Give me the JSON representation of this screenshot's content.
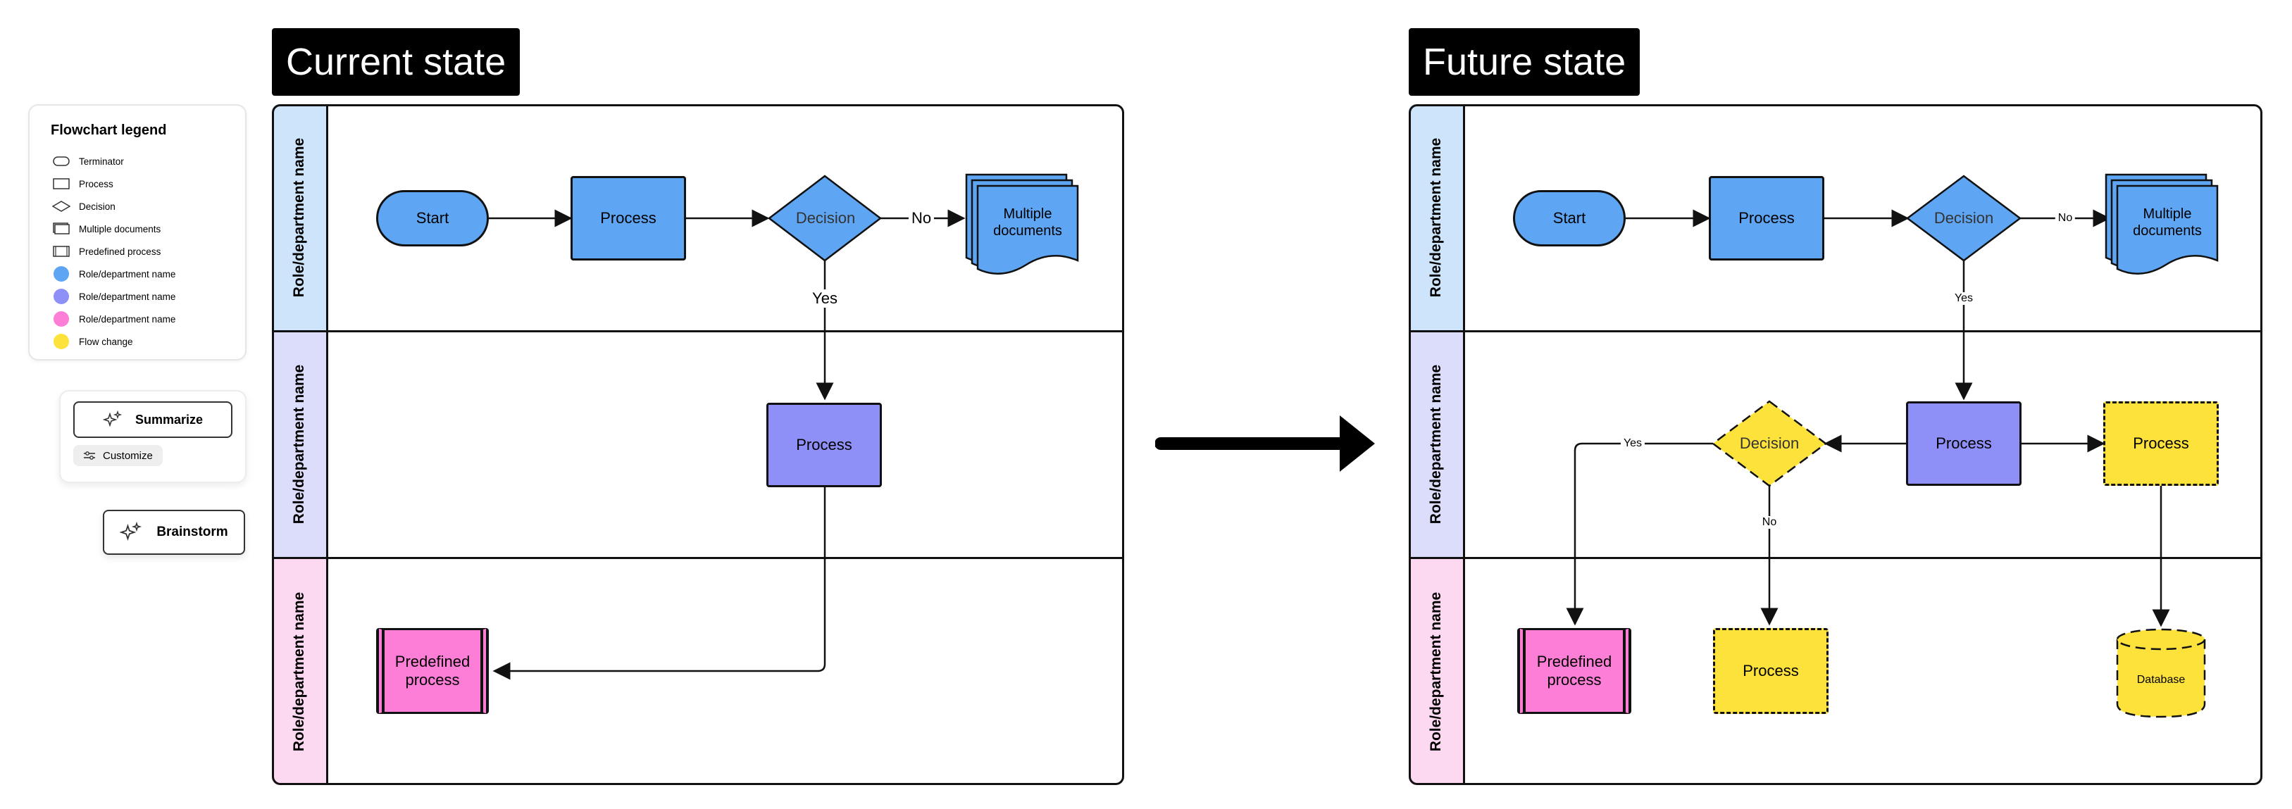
{
  "legend": {
    "title": "Flowchart legend",
    "items": [
      {
        "label": "Terminator",
        "symbol": "terminator"
      },
      {
        "label": "Process",
        "symbol": "process"
      },
      {
        "label": "Decision",
        "symbol": "decision"
      },
      {
        "label": "Multiple documents",
        "symbol": "multiple-documents"
      },
      {
        "label": "Predefined process",
        "symbol": "predefined-process"
      },
      {
        "label": "Role/department name",
        "color": "#5ea6f4"
      },
      {
        "label": "Role/department name",
        "color": "#8f90f7"
      },
      {
        "label": "Role/department name",
        "color": "#fd7ed7"
      },
      {
        "label": "Flow change",
        "color": "#fde23c"
      }
    ]
  },
  "ai_actions": {
    "summarize_label": "Summarize",
    "customize_label": "Customize",
    "brainstorm_label": "Brainstorm"
  },
  "colors": {
    "blue": "#5ea6f4",
    "purple": "#8f90f7",
    "pink": "#fd7ed7",
    "yellow": "#fde23c",
    "lane_blue": "#cde4fb",
    "lane_purple": "#dcdcfb",
    "lane_pink": "#fdd8f1"
  },
  "current": {
    "title": "Current state",
    "lanes": [
      "Role/department name",
      "Role/department name",
      "Role/department name"
    ],
    "start": "Start",
    "process1": "Process",
    "decision": "Decision",
    "no_label": "No",
    "docs": "Multiple documents",
    "yes_label": "Yes",
    "process2": "Process",
    "predefined": "Predefined process"
  },
  "future": {
    "title": "Future state",
    "lanes": [
      "Role/department name",
      "Role/department name",
      "Role/department name"
    ],
    "start": "Start",
    "process1": "Process",
    "decision": "Decision",
    "no_label": "No",
    "docs": "Multiple documents",
    "yes_label": "Yes",
    "process2": "Process",
    "decision2": "Decision",
    "yes2_label": "Yes",
    "no2_label": "No",
    "process3": "Process",
    "predefined": "Predefined process",
    "process4": "Process",
    "database": "Database"
  }
}
